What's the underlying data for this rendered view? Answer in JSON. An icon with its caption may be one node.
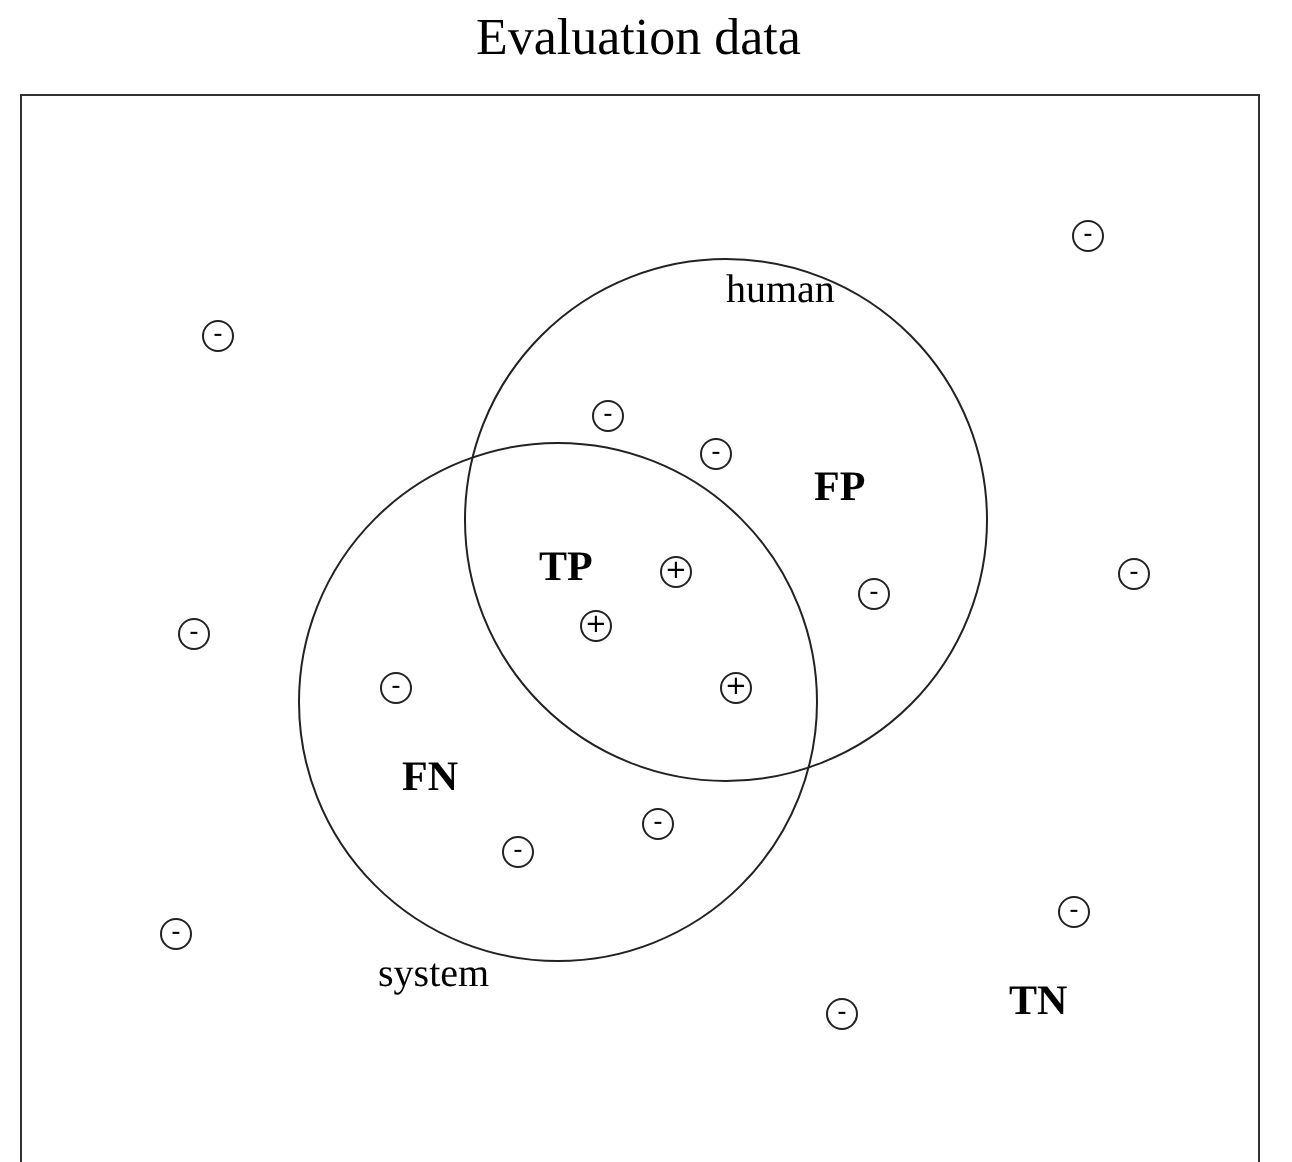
{
  "diagram": {
    "nodes": [
      {
        "text": [
          "Evaluation data"
        ]
      },
      {
        "text": [
          "human"
        ],
        "in": 0
      },
      {
        "text": [
          "system"
        ],
        "in": 0
      },
      {
        "text": [
          "-"
        ],
        "in": 0
      },
      {
        "text": [
          "-"
        ],
        "in": 0
      },
      {
        "text": [
          "-"
        ],
        "in": 1
      },
      {
        "text": [
          "-"
        ],
        "in": 1
      },
      {
        "text": [
          "+"
        ]
      },
      {
        "text": [
          "-"
        ],
        "in": 0
      },
      {
        "text": [
          "-"
        ],
        "in": 1
      },
      {
        "text": [
          "+"
        ]
      },
      {
        "text": [
          "-"
        ],
        "in": 0
      },
      {
        "text": [
          "-"
        ],
        "in": 2
      },
      {
        "text": [
          "+"
        ]
      },
      {
        "text": [
          "-"
        ],
        "in": 2
      },
      {
        "text": [
          "-"
        ],
        "in": 2
      },
      {
        "text": [
          "-"
        ],
        "in": 0
      },
      {
        "text": [
          "-"
        ],
        "in": 0
      },
      {
        "text": [
          "-"
        ],
        "in": 0
      }
    ],
    "labels": [
      "FP",
      "TP",
      "FN",
      "TN"
    ]
  }
}
